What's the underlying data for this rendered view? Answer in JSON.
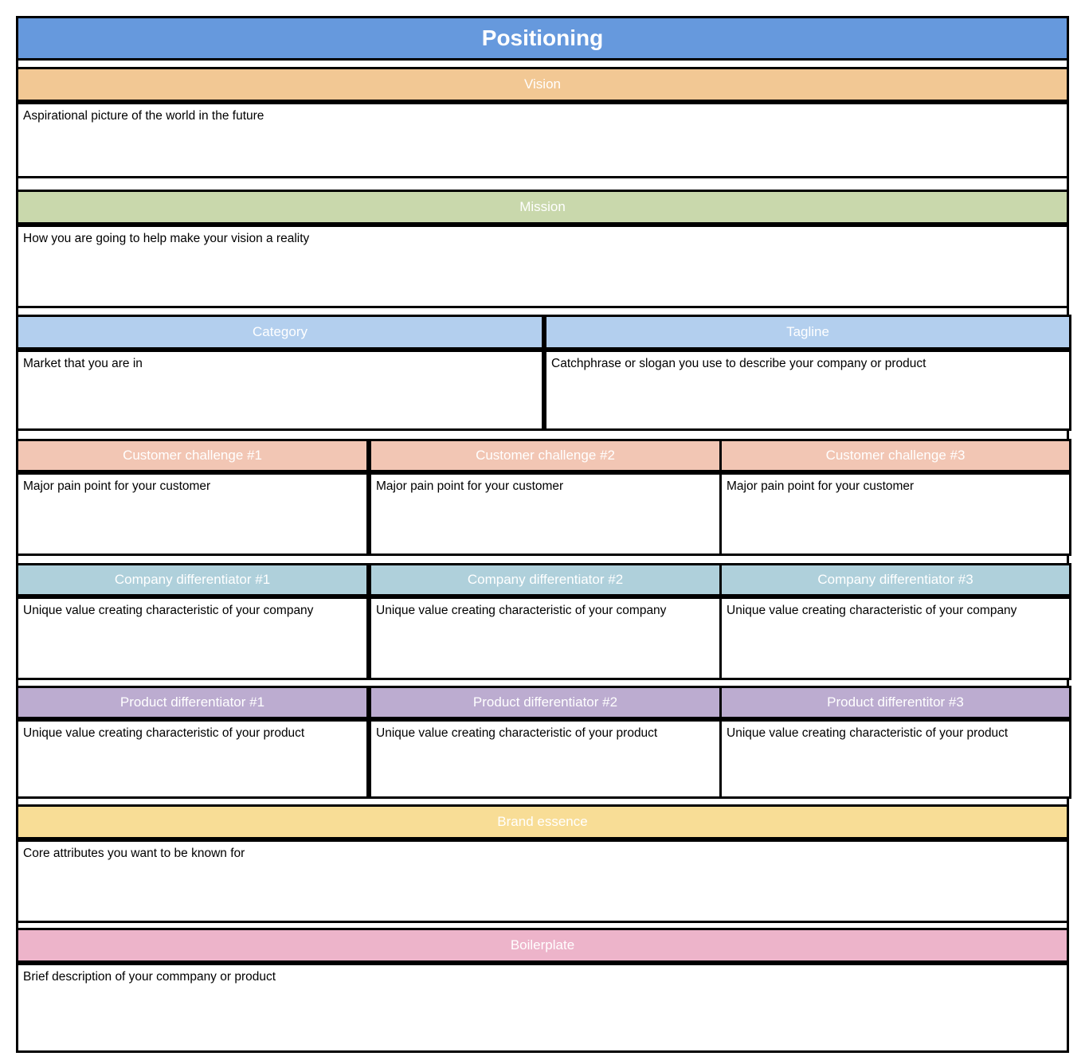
{
  "canvas": {
    "title": "Positioning",
    "title_bg": "#6699DD"
  },
  "sections": {
    "vision": {
      "header": "Vision",
      "header_bg": "#F2C894",
      "body": "Aspirational picture of the world in the future"
    },
    "mission": {
      "header": "Mission",
      "header_bg": "#C9D8AC",
      "body": "How you are going to help make your vision a reality"
    },
    "category": {
      "header": "Category",
      "header_bg": "#B3CFEE",
      "body": "Market that you are in"
    },
    "tagline": {
      "header": "Tagline",
      "header_bg": "#B3CFEE",
      "body": "Catchphrase or slogan you use to describe your company or product"
    },
    "customer_challenges": {
      "header_bg": "#F2C6B4",
      "items": [
        {
          "header": "Customer challenge #1",
          "body": "Major pain point for your customer"
        },
        {
          "header": "Customer challenge #2",
          "body": "Major pain point for your customer"
        },
        {
          "header": "Customer challenge #3",
          "body": "Major pain point for your customer"
        }
      ]
    },
    "company_differentiators": {
      "header_bg": "#AFD0DB",
      "items": [
        {
          "header": "Company differentiator #1",
          "body": "Unique value creating characteristic of your company"
        },
        {
          "header": "Company differentiator #2",
          "body": "Unique value creating characteristic of your company"
        },
        {
          "header": "Company differentiator #3",
          "body": "Unique value creating characteristic of your company"
        }
      ]
    },
    "product_differentiators": {
      "header_bg": "#BCACD0",
      "items": [
        {
          "header": "Product differentiator #1",
          "body": "Unique value creating characteristic of your product"
        },
        {
          "header": "Product differentiator #2",
          "body": "Unique value creating characteristic of your product"
        },
        {
          "header": "Product differentitor #3",
          "body": "Unique value creating characteristic of your product"
        }
      ]
    },
    "brand_essence": {
      "header": "Brand essence",
      "header_bg": "#F8DD96",
      "body": "Core attributes you want to be known for"
    },
    "boilerplate": {
      "header": "Boilerplate",
      "header_bg": "#EDB4CA",
      "body": "Brief description of your commpany or product"
    }
  }
}
